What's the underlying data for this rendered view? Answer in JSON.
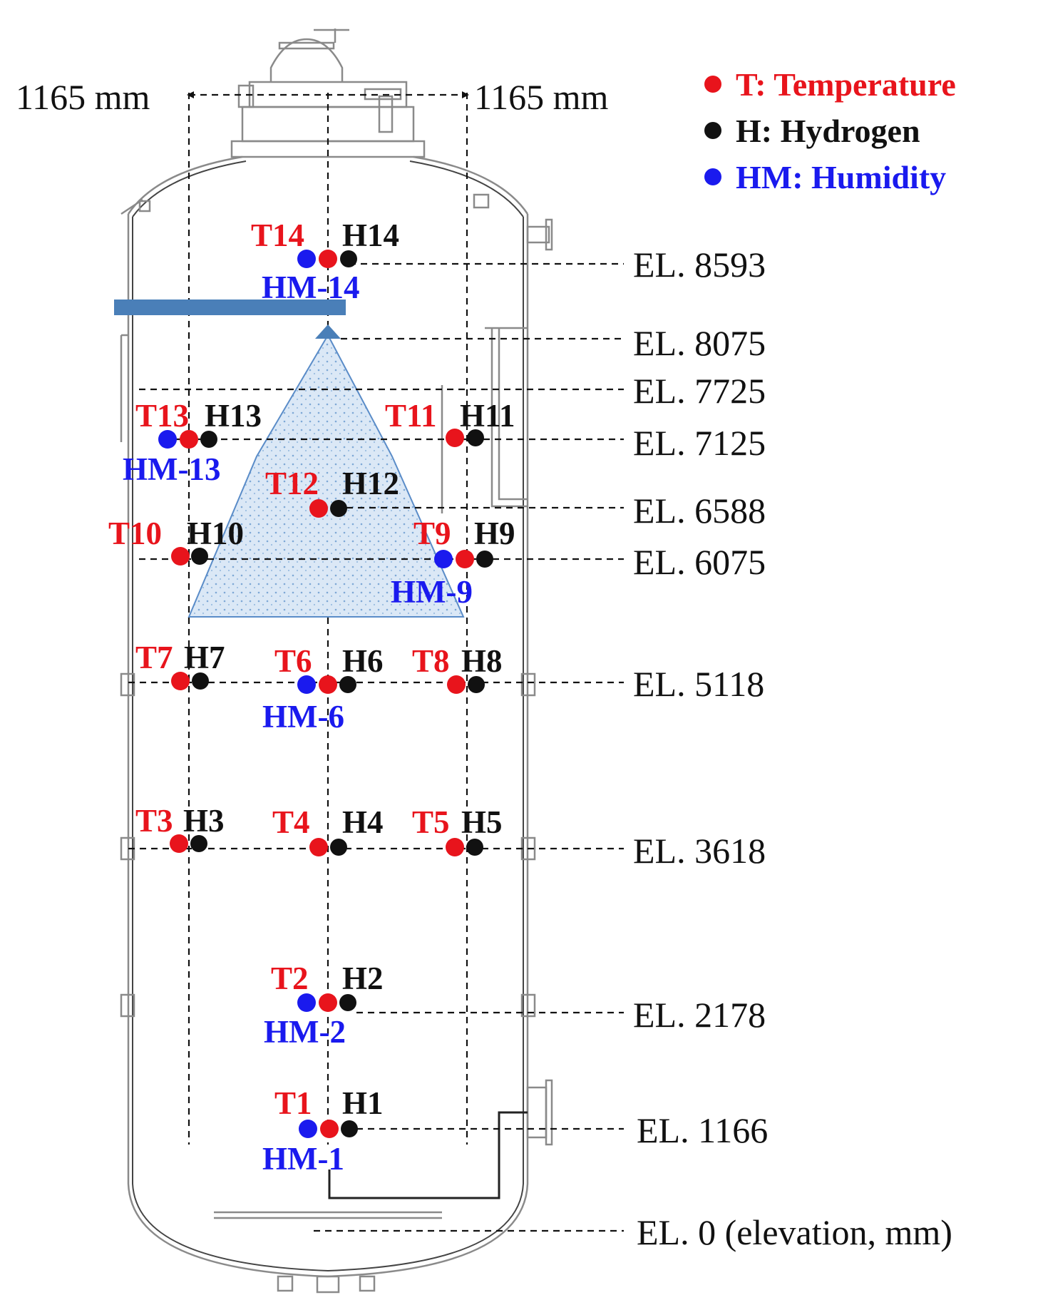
{
  "legend": {
    "temperature": {
      "label": "T: Temperature",
      "color": "#e8141c"
    },
    "hydrogen": {
      "label": "H: Hydrogen",
      "color": "#111111"
    },
    "humidity": {
      "label": "HM: Humidity",
      "color": "#1a1aee"
    }
  },
  "dimensions": {
    "left": "1165 mm",
    "right": "1165 mm"
  },
  "elevations": {
    "el8593": "EL. 8593",
    "el8075": "EL. 8075",
    "el7725": "EL. 7725",
    "el7125": "EL. 7125",
    "el6588": "EL. 6588",
    "el6075": "EL. 6075",
    "el5118": "EL. 5118",
    "el3618": "EL. 3618",
    "el2178": "EL. 2178",
    "el1166": "EL. 1166",
    "el0": "EL. 0 (elevation, mm)"
  },
  "sensors": {
    "t1": "T1",
    "h1": "H1",
    "hm1": "HM-1",
    "t2": "T2",
    "h2": "H2",
    "hm2": "HM-2",
    "t3": "T3",
    "h3": "H3",
    "t4": "T4",
    "h4": "H4",
    "t5": "T5",
    "h5": "H5",
    "t6": "T6",
    "h6": "H6",
    "hm6": "HM-6",
    "t7": "T7",
    "h7": "H7",
    "t8": "T8",
    "h8": "H8",
    "t9": "T9",
    "h9": "H9",
    "hm9": "HM-9",
    "t10": "T10",
    "h10": "H10",
    "t11": "T11",
    "h11": "H11",
    "t12": "T12",
    "h12": "H12",
    "t13": "T13",
    "h13": "H13",
    "hm13": "HM-13",
    "t14": "T14",
    "h14": "H14",
    "hm14": "HM-14"
  },
  "colors": {
    "spray_fill": "#bcd4ee",
    "spray_edge": "#5a8cc8",
    "bar": "#4a7fb8"
  }
}
